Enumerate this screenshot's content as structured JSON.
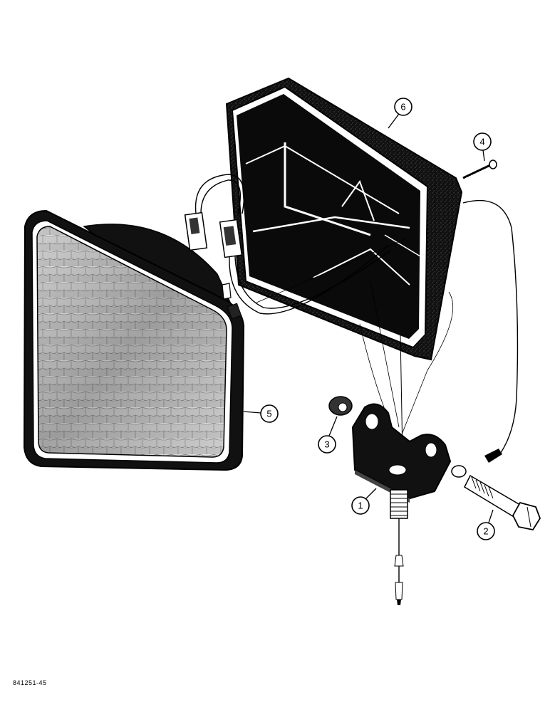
{
  "figure_id": "841251-45",
  "callouts": [
    {
      "number": "1",
      "part": "bracket"
    },
    {
      "number": "2",
      "part": "bolt"
    },
    {
      "number": "3",
      "part": "nut"
    },
    {
      "number": "4",
      "part": "screw"
    },
    {
      "number": "5",
      "part": "lamp"
    },
    {
      "number": "6",
      "part": "housing"
    }
  ]
}
